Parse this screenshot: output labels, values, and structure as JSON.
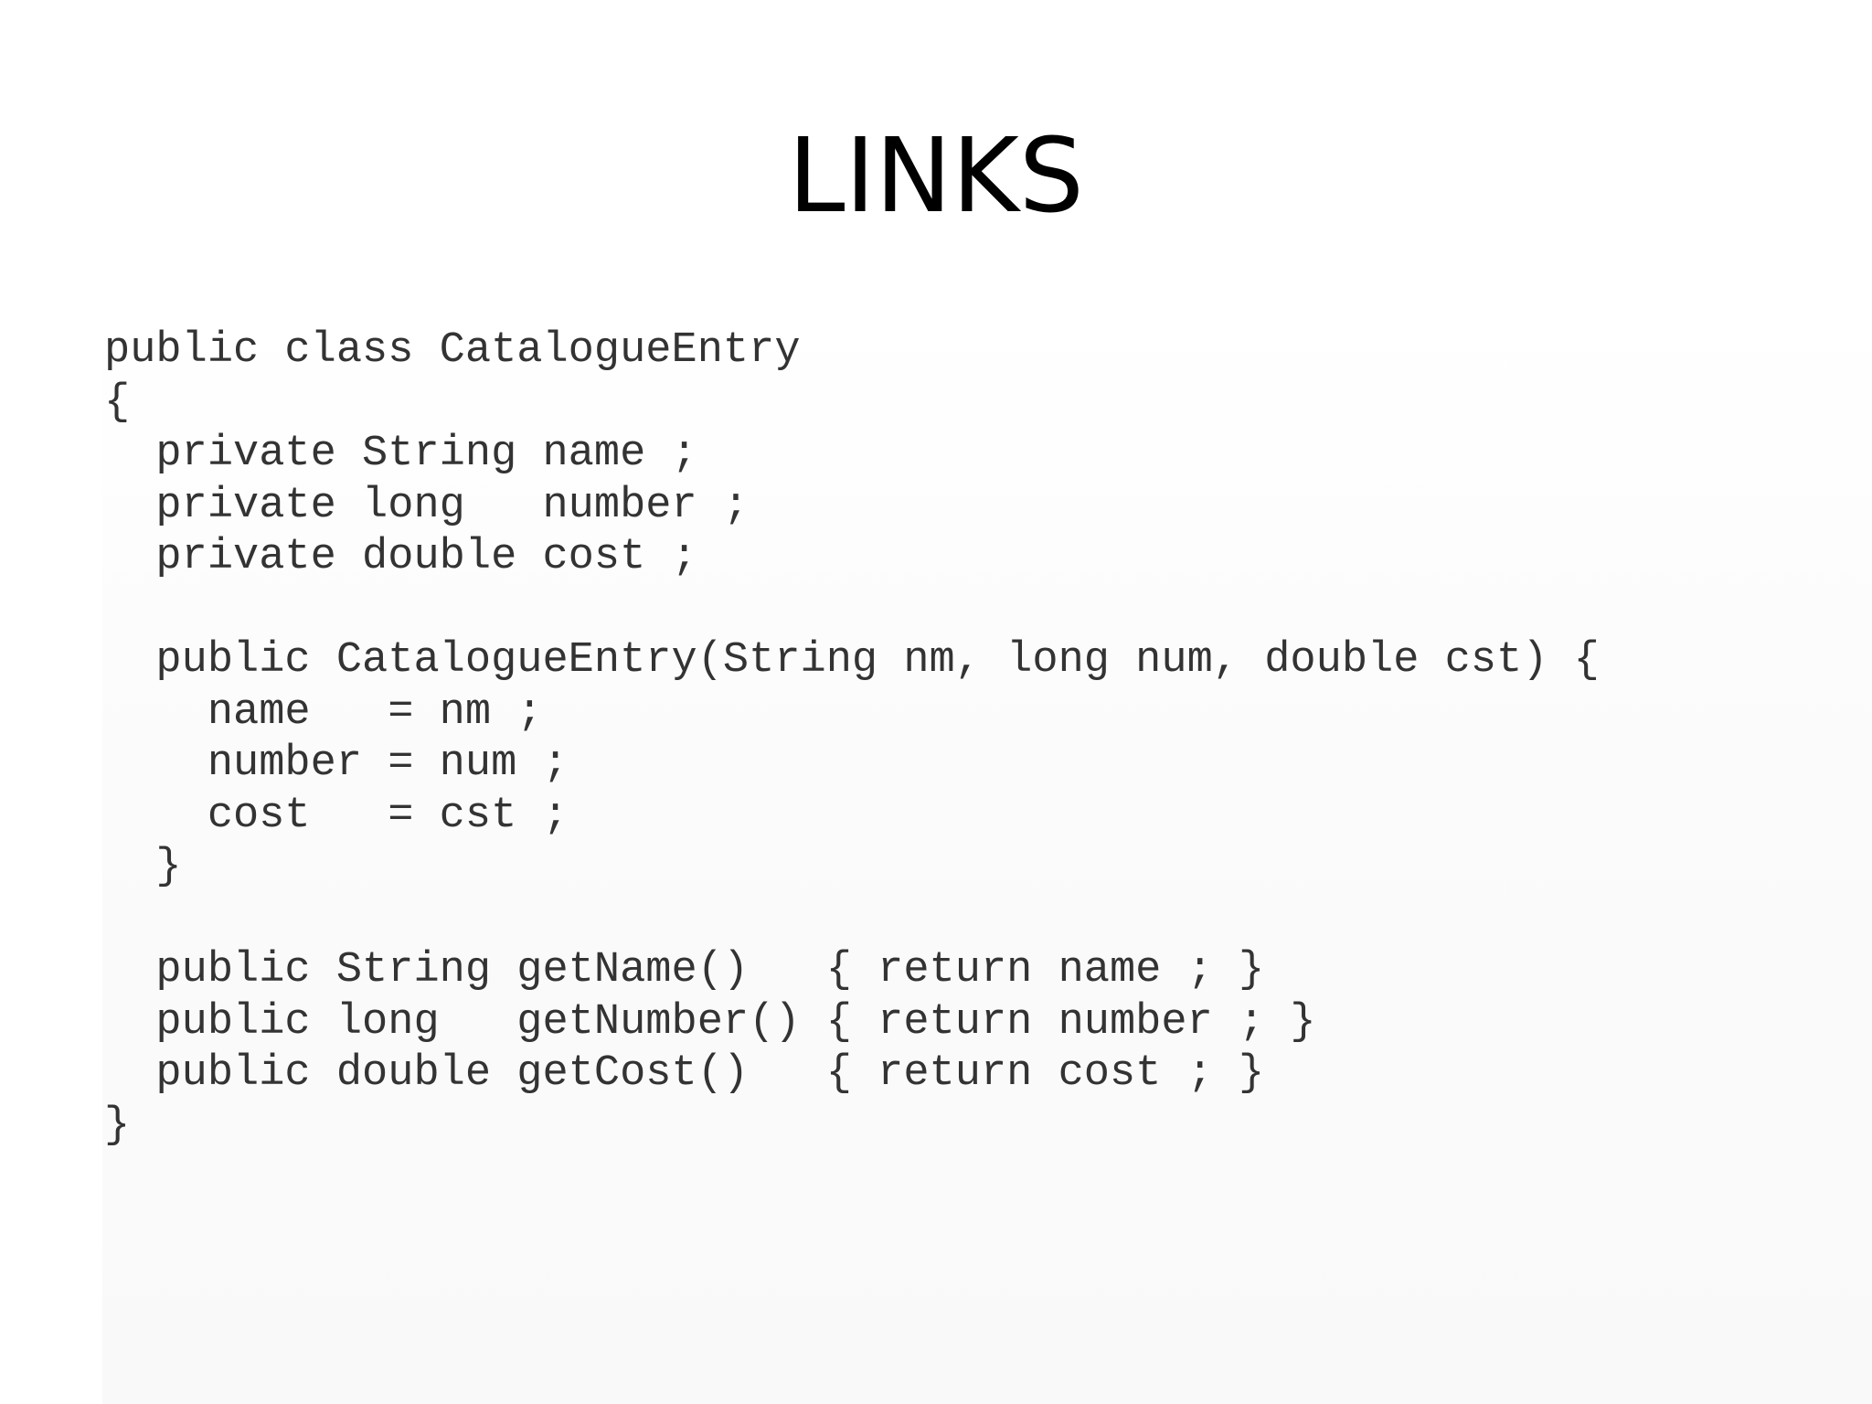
{
  "slide": {
    "title": "LINKS",
    "code_lines": [
      "public class CatalogueEntry",
      "{",
      "  private String name ;",
      "  private long   number ;",
      "  private double cost ;",
      "",
      "  public CatalogueEntry(String nm, long num, double cst) {",
      "    name   = nm ;",
      "    number = num ;",
      "    cost   = cst ;",
      "  }",
      "",
      "  public String getName()   { return name ; }",
      "  public long   getNumber() { return number ; }",
      "  public double getCost()   { return cost ; }",
      "}"
    ]
  }
}
